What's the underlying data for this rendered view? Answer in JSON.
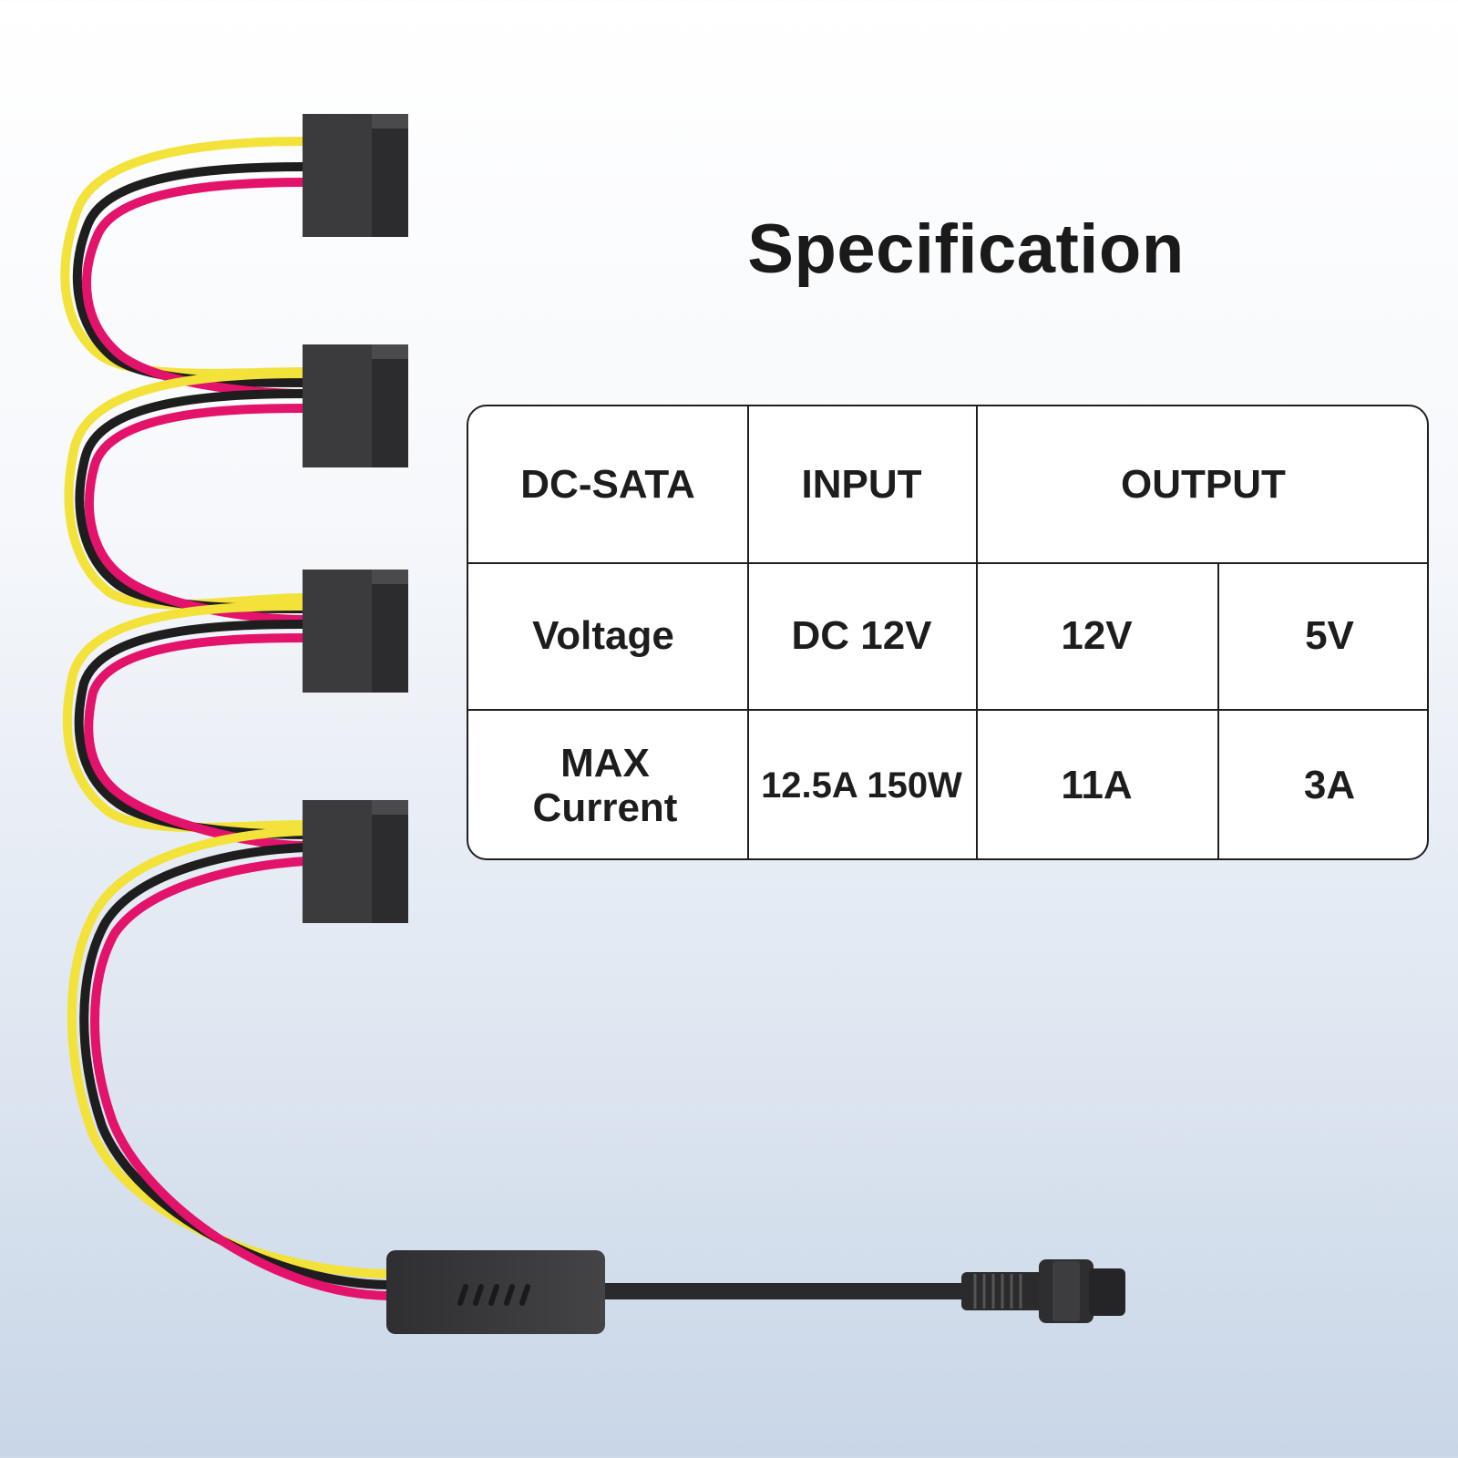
{
  "title": "Specification",
  "colors": {
    "wire_yellow": "#f2e23a",
    "wire_black": "#1e1e1e",
    "wire_red": "#e3126b",
    "connector": "#3b3b3d",
    "table_border": "#1f1f1f"
  },
  "product": {
    "sata_connector_count": 4,
    "control_box_vent_slots": 5
  },
  "table": {
    "header": {
      "col1": "DC-SATA",
      "col2": "INPUT",
      "col3": "OUTPUT"
    },
    "rows": [
      {
        "label": "Voltage",
        "input": "DC 12V",
        "out_a": "12V",
        "out_b": "5V"
      },
      {
        "label": "MAX Current",
        "input": "12.5A 150W",
        "out_a": "11A",
        "out_b": "3A"
      }
    ]
  }
}
